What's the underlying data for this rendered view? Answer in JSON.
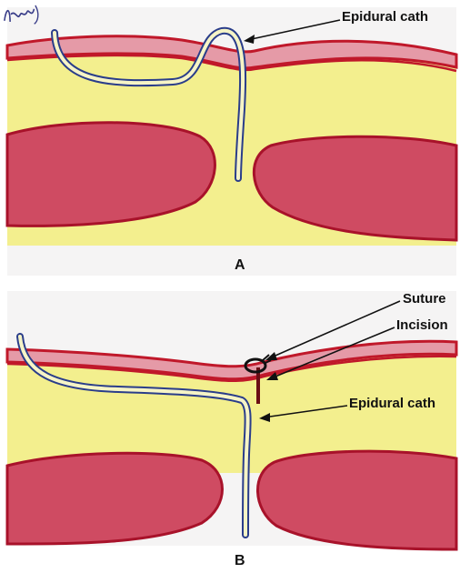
{
  "panel_a": {
    "catheter_label": "Epidural cath",
    "panel_letter": "A"
  },
  "panel_b": {
    "suture_label": "Suture",
    "incision_label": "Incision",
    "catheter_label": "Epidural cath",
    "panel_letter": "B"
  },
  "colors": {
    "skin_outline": "#c0182a",
    "skin_fill": "#e59aa7",
    "fat_layer": "#f3ef8e",
    "muscle_fill": "#cf4b62",
    "muscle_outline": "#a8122a",
    "catheter_outline": "#2a3d8a",
    "catheter_fill": "#f6f4c6"
  }
}
